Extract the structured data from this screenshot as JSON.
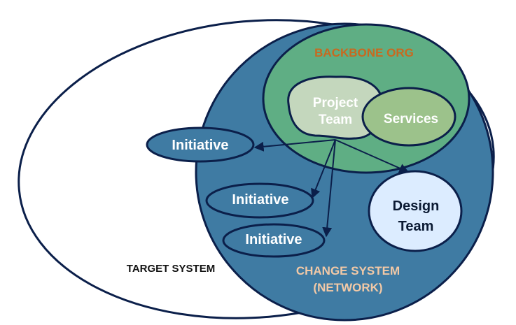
{
  "diagram": {
    "backbone_label": "BACKBONE ORG",
    "project_team_line1": "Project",
    "project_team_line2": "Team",
    "services_label": "Services",
    "initiatives": [
      "Initiative",
      "Initiative",
      "Initiative"
    ],
    "design_team_line1": "Design",
    "design_team_line2": "Team",
    "target_system_label": "TARGET SYSTEM",
    "change_system_line1": "CHANGE SYSTEM",
    "change_system_line2": "(NETWORK)"
  },
  "colors": {
    "outline": "#0b1f4a",
    "change_system_fill": "#3f7ba3",
    "backbone_fill": "#5fae84",
    "project_team_fill": "#c4d7bd",
    "services_fill": "#9cc28b",
    "initiative_fill": "#3f7ba3",
    "design_team_fill": "#dcecff",
    "backbone_text": "#c8691f",
    "change_system_text": "#f3c9a6",
    "target_text": "#111111"
  }
}
